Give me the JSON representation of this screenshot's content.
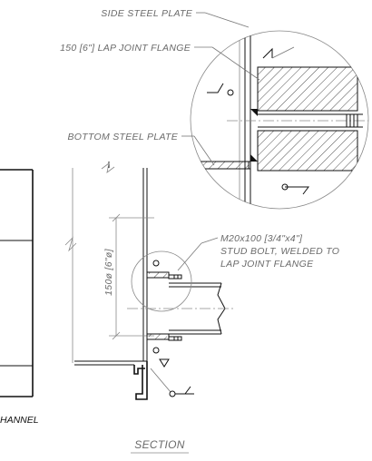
{
  "labels": {
    "side_steel_plate": "SIDE STEEL PLATE",
    "lap_joint_flange": "150 [6\"] LAP JOINT FLANGE",
    "bottom_steel_plate": "BOTTOM STEEL PLATE",
    "stud_bolt_line1": "M20x100 [3/4\"x4\"]",
    "stud_bolt_line2": "STUD BOLT, WELDED TO",
    "stud_bolt_line3": "LAP JOINT FLANGE",
    "dimension": "150ø [6\"ø]",
    "channel": "HANNEL",
    "section_title": "SECTION"
  },
  "colors": {
    "line": "#111111",
    "label": "#6a6a6a",
    "background": "#ffffff"
  }
}
